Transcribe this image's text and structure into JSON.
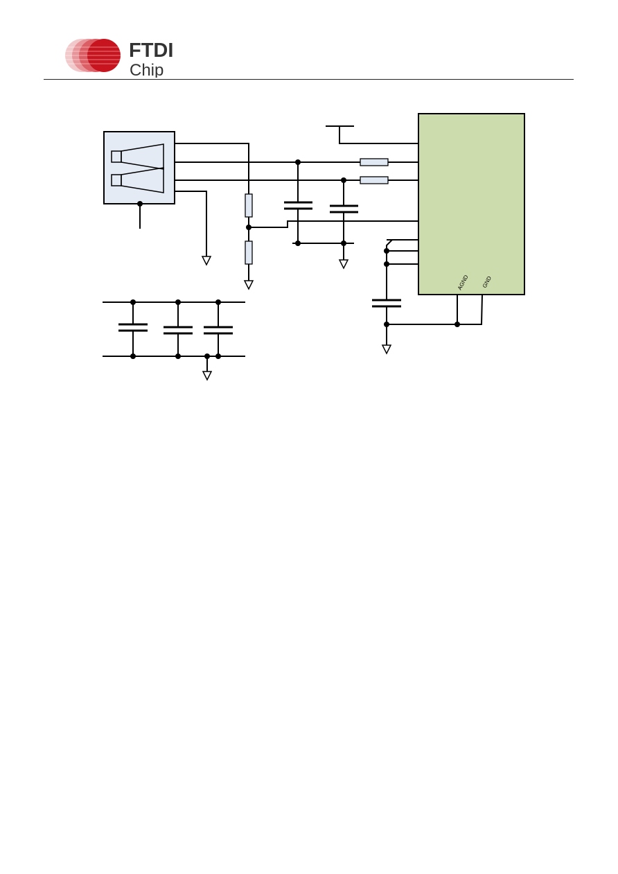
{
  "header": {
    "logo": {
      "brand_line1": "FTDI",
      "brand_line2": "Chip",
      "brand_color": "#c8141e",
      "text_color": "#333333"
    }
  },
  "schematic": {
    "ic_fill": "#cddcac",
    "connector_fill": "#e4ebf5",
    "pins": {
      "agnd": "AGND",
      "gnd": "GND"
    }
  }
}
